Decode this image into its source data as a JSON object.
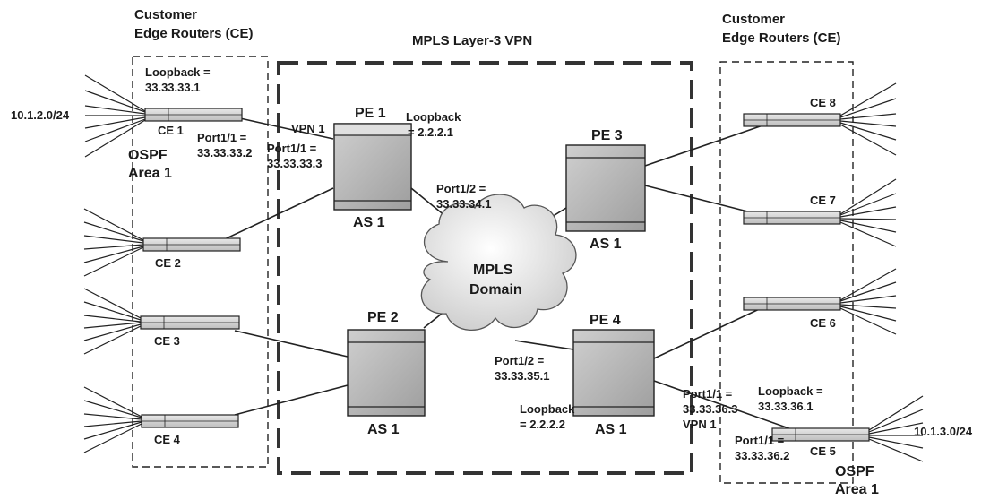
{
  "title": "MPLS Layer-3 VPN",
  "left_group_title": [
    "Customer",
    "Edge Routers (CE)"
  ],
  "right_group_title": [
    "Customer",
    "Edge Routers (CE)"
  ],
  "cloud": [
    "MPLS",
    "Domain"
  ],
  "pe": [
    {
      "id": "pe1",
      "name": "PE 1",
      "as": "AS 1"
    },
    {
      "id": "pe2",
      "name": "PE 2",
      "as": "AS 1"
    },
    {
      "id": "pe3",
      "name": "PE 3",
      "as": "AS 1"
    },
    {
      "id": "pe4",
      "name": "PE 4",
      "as": "AS 1"
    }
  ],
  "ce": [
    {
      "id": "ce1",
      "name": "CE 1"
    },
    {
      "id": "ce2",
      "name": "CE 2"
    },
    {
      "id": "ce3",
      "name": "CE 3"
    },
    {
      "id": "ce4",
      "name": "CE 4"
    },
    {
      "id": "ce5",
      "name": "CE 5"
    },
    {
      "id": "ce6",
      "name": "CE 6"
    },
    {
      "id": "ce7",
      "name": "CE 7"
    },
    {
      "id": "ce8",
      "name": "CE 8"
    }
  ],
  "annotations": {
    "ce1_loopback": [
      "Loopback =",
      "33.33.33.1"
    ],
    "ce1_subnet": "10.1.2.0/24",
    "ce1_port": [
      "Port1/1 =",
      "33.33.33.2"
    ],
    "pe1_vpn": "VPN 1",
    "pe1_port11": [
      "Port1/1 =",
      "33.33.33.3"
    ],
    "pe1_loopback": [
      "Loopback",
      "= 2.2.2.1"
    ],
    "pe1_port12": [
      "Port1/2 =",
      "33.33.34.1"
    ],
    "ospf_left": [
      "OSPF",
      "Area 1"
    ],
    "pe4_port12": [
      "Port1/2 =",
      "33.33.35.1"
    ],
    "pe4_loopback": [
      "Loopback",
      "= 2.2.2.2"
    ],
    "pe4_port11": [
      "Port1/1 =",
      "33.33.36.3",
      "VPN 1"
    ],
    "ce5_loopback": [
      "Loopback =",
      "33.33.36.1"
    ],
    "ce5_port": [
      "Port1/1 =",
      "33.33.36.2"
    ],
    "ce5_subnet": "10.1.3.0/24",
    "ospf_right": [
      "OSPF",
      "Area 1"
    ]
  }
}
